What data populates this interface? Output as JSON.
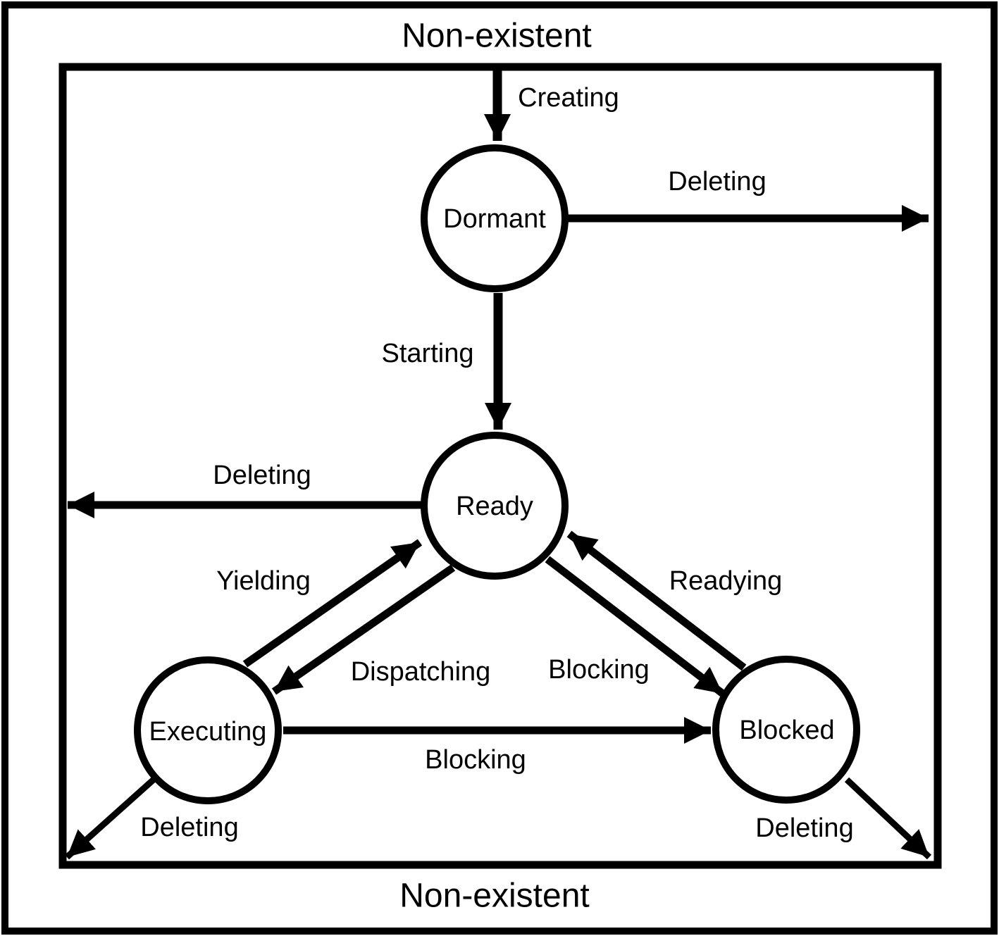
{
  "diagram": {
    "description": "Task state transition diagram",
    "outer_region_label_top": "Non-existent",
    "outer_region_label_bottom": "Non-existent",
    "colors": {
      "foreground": "#000000",
      "background": "#ffffff"
    },
    "states": {
      "dormant": {
        "label": "Dormant"
      },
      "ready": {
        "label": "Ready"
      },
      "executing": {
        "label": "Executing"
      },
      "blocked": {
        "label": "Blocked"
      }
    },
    "transitions": {
      "creating": {
        "label": "Creating",
        "from": "Non-existent",
        "to": "Dormant"
      },
      "deleting_from_dormant": {
        "label": "Deleting",
        "from": "Dormant",
        "to": "Non-existent"
      },
      "starting": {
        "label": "Starting",
        "from": "Dormant",
        "to": "Ready"
      },
      "deleting_from_ready": {
        "label": "Deleting",
        "from": "Ready",
        "to": "Non-existent"
      },
      "yielding": {
        "label": "Yielding",
        "from": "Executing",
        "to": "Ready"
      },
      "dispatching": {
        "label": "Dispatching",
        "from": "Ready",
        "to": "Executing"
      },
      "readying": {
        "label": "Readying",
        "from": "Blocked",
        "to": "Ready"
      },
      "blocking_from_ready": {
        "label": "Blocking",
        "from": "Ready",
        "to": "Blocked"
      },
      "blocking_from_executing": {
        "label": "Blocking",
        "from": "Executing",
        "to": "Blocked"
      },
      "deleting_from_executing": {
        "label": "Deleting",
        "from": "Executing",
        "to": "Non-existent"
      },
      "deleting_from_blocked": {
        "label": "Deleting",
        "from": "Blocked",
        "to": "Non-existent"
      }
    }
  }
}
